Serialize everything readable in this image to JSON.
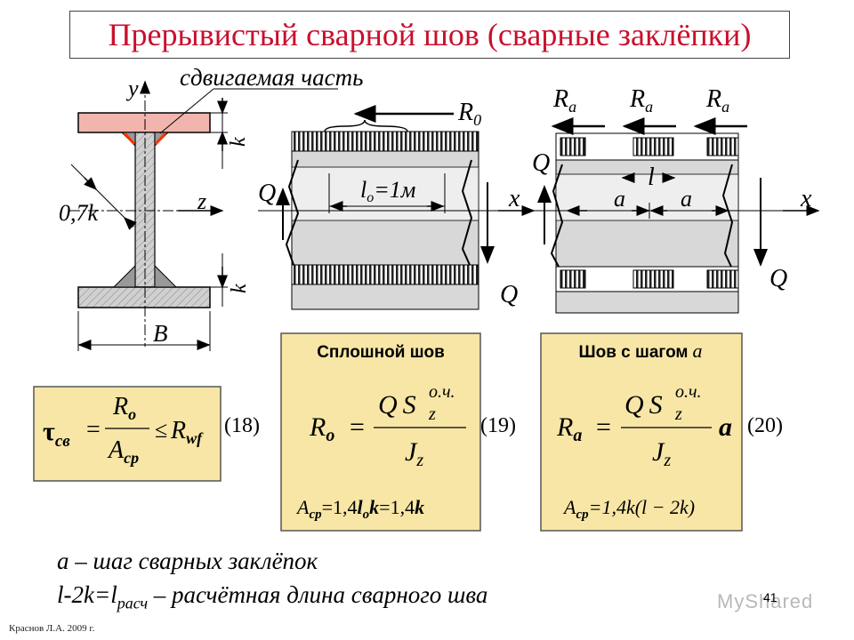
{
  "title": "Прерывистый сварной шов (сварные  заклёпки)",
  "section": {
    "shift_label": "сдвигаемая часть",
    "y_label": "y",
    "z_label": "z",
    "k_label": "k",
    "weld_leg_label": "0,7k",
    "b_label": "B"
  },
  "middle": {
    "r0_label": "R",
    "r0_sub": "0",
    "q_left": "Q",
    "q_right": "Q",
    "x_label": "x",
    "lo_text": "l",
    "lo_sub": "o",
    "lo_rest": "=1м"
  },
  "right": {
    "ra_label": "R",
    "ra_sub": "a",
    "q_top": "Q",
    "q_bottom": "Q",
    "x_label": "x",
    "l_label": "l",
    "a_label": "a"
  },
  "formula18": {
    "tau": "τ",
    "tau_sub": "св",
    "numerator": "R",
    "numerator_sub": "o",
    "denominator": "A",
    "denominator_sub": "ср",
    "rhs": "R",
    "rhs_sub": "wf",
    "number": "(18)"
  },
  "box19": {
    "label": "Сплошной  шов",
    "lhs": "R",
    "lhs_sub": "o",
    "num_q": "Q",
    "num_s": "S",
    "num_s_sup": "о.ч.",
    "num_s_sub": "z",
    "den": "J",
    "den_sub": "z",
    "number": "(19)",
    "area": "A",
    "area_sub": "ср",
    "area_eq": "=1,4",
    "area_l": "l",
    "area_l_sub": "o",
    "area_k": "k",
    "area_eq2": "=1,4",
    "area_k2": "k"
  },
  "box20": {
    "label_text": "Шов с шагом",
    "label_var": "a",
    "lhs": "R",
    "lhs_sub": "a",
    "num_q": "Q",
    "num_s": "S",
    "num_s_sup": "о.ч.",
    "num_s_sub": "z",
    "den": "J",
    "den_sub": "z",
    "mult": "a",
    "number": "(20)",
    "area": "A",
    "area_sub": "ср",
    "area_expr": "=1,4k(l − 2k)"
  },
  "footer": {
    "line1": "a – шаг сварных заклёпок",
    "line2_a": "l-2k=l",
    "line2_sub": "расч",
    "line2_b": " – расчётная длина сварного шва"
  },
  "credit": "Краснов Л.А. 2009 г.",
  "page_number": "41",
  "watermark": "MyShared",
  "colors": {
    "title": "#c8102e",
    "flange_top": "#f2b5ae",
    "box_fill": "#f7e6a6",
    "weld": "#ff3300",
    "body_gray": "#d8d8d8"
  }
}
